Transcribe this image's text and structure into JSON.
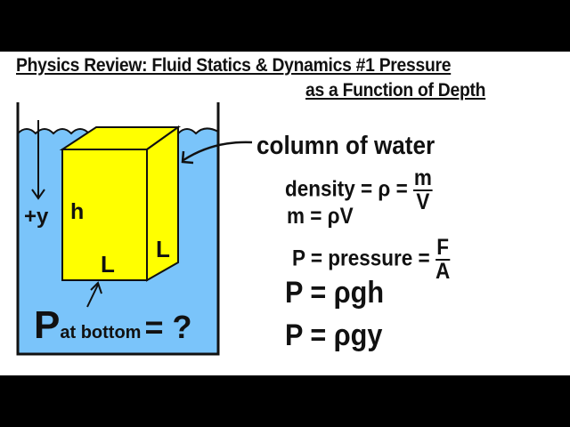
{
  "title": {
    "line1": "Physics Review: Fluid Statics & Dynamics #1 Pressure",
    "line2": "as a Function of Depth"
  },
  "diagram": {
    "label_column": "column of water",
    "label_h": "h",
    "label_L_front": "L",
    "label_L_side": "L",
    "label_y": "+y",
    "p_bottom": {
      "P": "P",
      "sub": "at bottom",
      "eq": "= ?"
    },
    "colors": {
      "water": "#7ac4fa",
      "column": "#ffff00",
      "outline": "#111111"
    }
  },
  "equations": {
    "density": {
      "left": "density",
      "mid": "= ρ =",
      "num": "m",
      "den": "V"
    },
    "mass": "m = ρV",
    "pressure": {
      "left": "P = pressure =",
      "num": "F",
      "den": "A"
    },
    "p_rgh": "P = ρgh",
    "p_rgy": "P = ρgy"
  }
}
